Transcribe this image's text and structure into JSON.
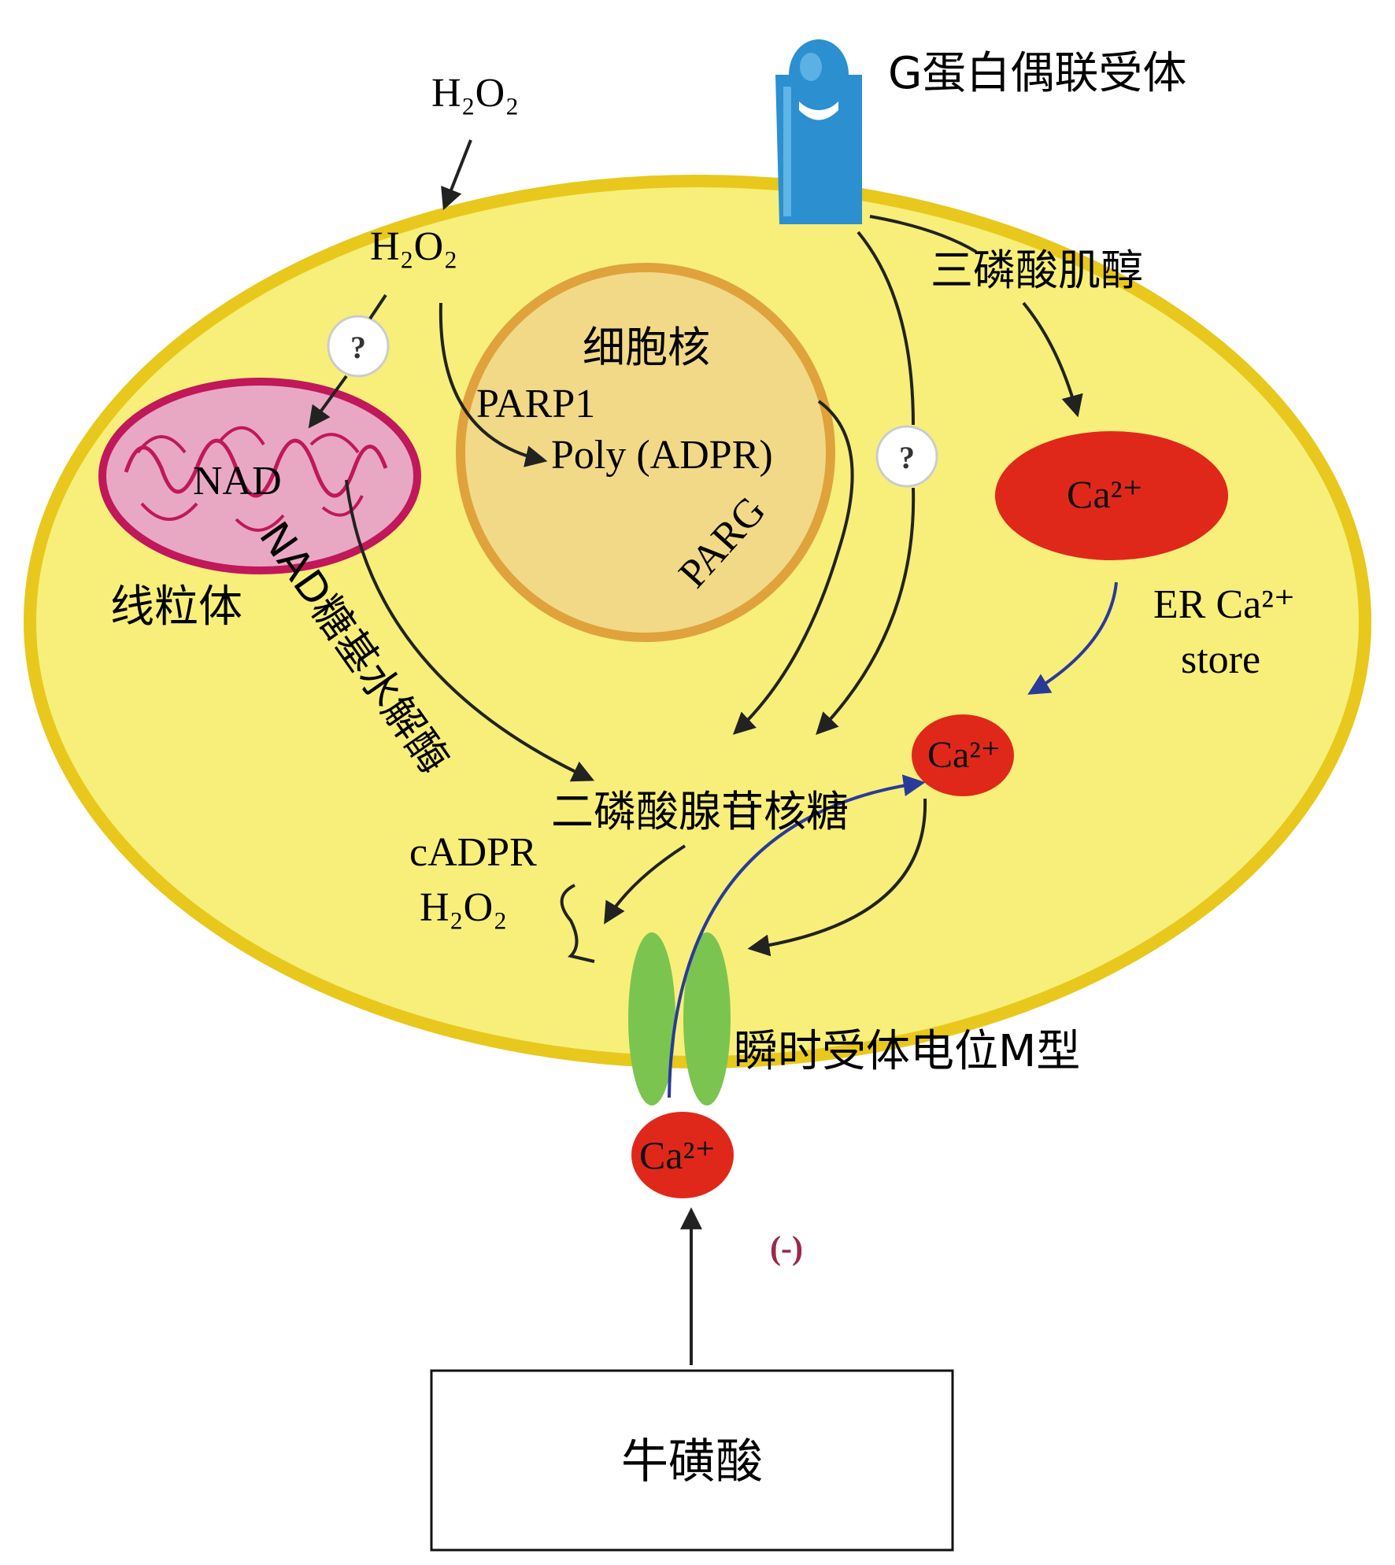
{
  "labels": {
    "h2o2_outside": "H₂O₂",
    "h2o2_inside": "H₂O₂",
    "gpcr": "G蛋白偶联受体",
    "ip3": "三磷酸肌醇",
    "nucleus": "细胞核",
    "parp1": "PARP1",
    "poly_adpr": "Poly (ADPR)",
    "parg": "PARG",
    "nad": "NAD",
    "mitochondria": "线粒体",
    "nad_glycohydrolase": "NAD糖基水解酶",
    "adpr": "二磷酸腺苷核糖",
    "cadpr": "cADPR",
    "h2o2_cadpr": "H₂O₂",
    "ca_er": "Ca²⁺",
    "er_store_line1": "ER Ca²⁺",
    "er_store_line2": "store",
    "ca_cytosol": "Ca²⁺",
    "trpm2": "瞬时受体电位M型",
    "ca_extracellular": "Ca²⁺",
    "inhibit": "(-)",
    "taurine": "牛磺酸",
    "unknown_left": "?",
    "unknown_right": "?"
  },
  "colors": {
    "cell_fill": "#f7ef7a",
    "cell_border": "#e8c81c",
    "nucleus_fill": "#f2d987",
    "nucleus_border": "#e0a23c",
    "mito_fill": "#e8a8c4",
    "mito_border": "#c0185a",
    "calcium": "#e0281a",
    "receptor": "#2b8fd0",
    "channel": "#7cc450",
    "blue_arrow": "#2a3a9a",
    "inhibit": "#9a2a4a"
  }
}
